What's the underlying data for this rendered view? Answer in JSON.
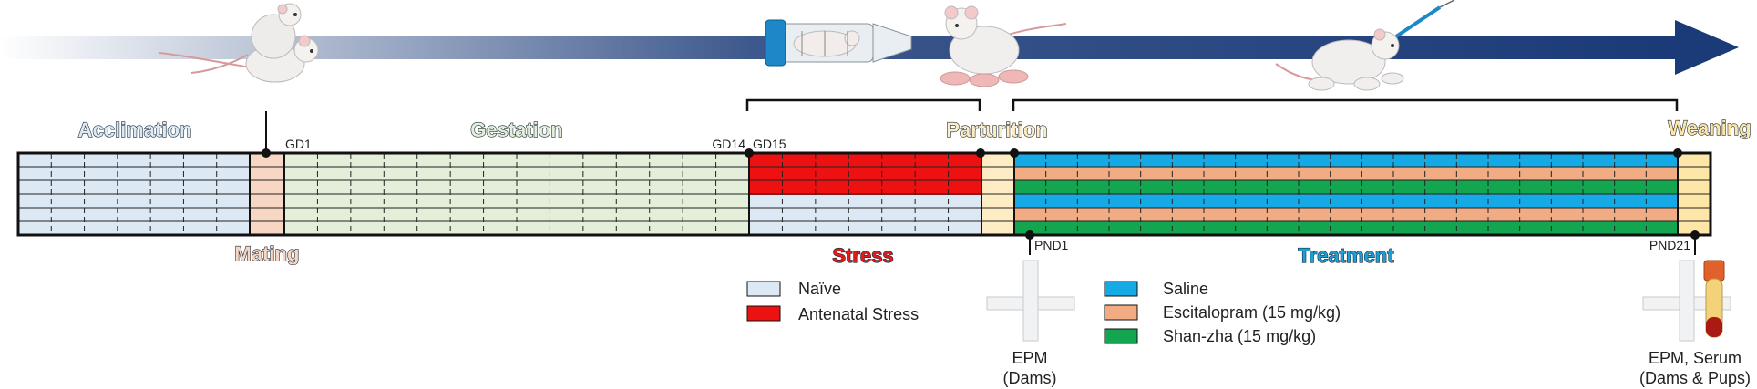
{
  "phases": {
    "acclimation": "Acclimation",
    "gestation": "Gestation",
    "parturition": "Parturition",
    "weaning": "Weaning",
    "mating": "Mating",
    "stress": "Stress",
    "treatment": "Treatment"
  },
  "ticks": {
    "gd1": "GD1",
    "gd14": "GD14",
    "gd15": "GD15",
    "pnd1": "PND1",
    "pnd21": "PND21"
  },
  "legend_stress": [
    {
      "label": "Naïve",
      "color": "#dce8f3"
    },
    {
      "label": "Antenatal Stress",
      "color": "#ee1111"
    }
  ],
  "legend_treatment": [
    {
      "label": "Saline",
      "color": "#15a9e6"
    },
    {
      "label": "Escitalopram (15 mg/kg)",
      "color": "#f2ac83"
    },
    {
      "label": "Shan-zha (15 mg/kg)",
      "color": "#14a550"
    }
  ],
  "assays": {
    "epm_dams_line1": "EPM",
    "epm_dams_line2": "(Dams)",
    "epm_serum_line1": "EPM, Serum",
    "epm_serum_line2": "(Dams & Pups)"
  },
  "colors": {
    "arrow": "#1a3a78",
    "acclimation": "#dce8f3",
    "mating": "#f7d7c4",
    "gestation": "#e3efd8",
    "parturition": "#fdecc4",
    "weaning": "#fde6a8",
    "stress_label": "#e31b1b",
    "treatment_label": "#1ca0d8"
  }
}
